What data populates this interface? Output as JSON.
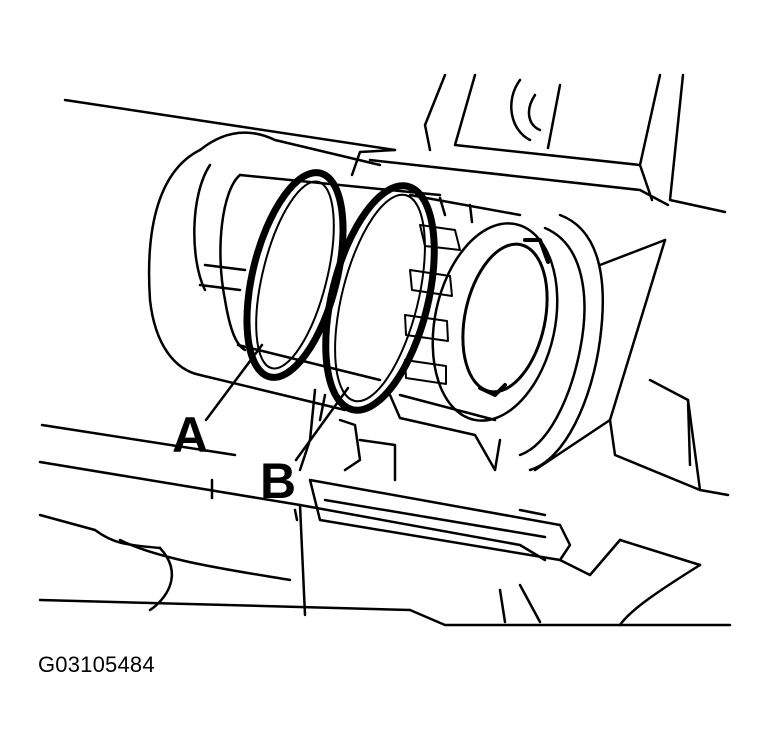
{
  "callouts": {
    "a": "A",
    "b": "B"
  },
  "figure_id": "G03105484"
}
